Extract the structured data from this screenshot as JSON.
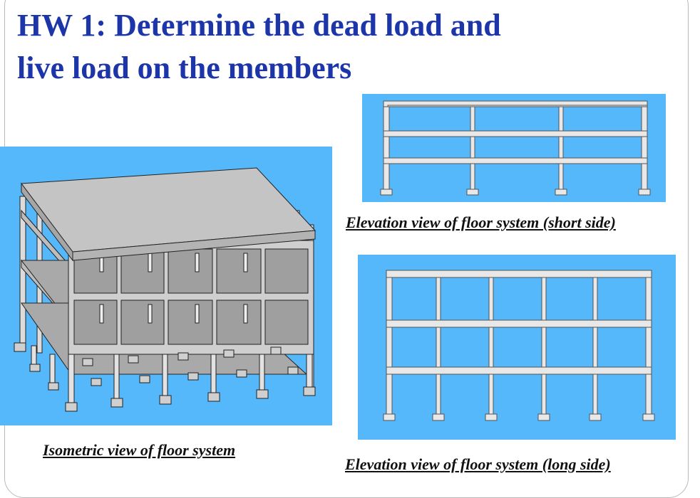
{
  "title": {
    "line1": "HW 1: Determine the dead load and",
    "line2": "live load on the members"
  },
  "figures": {
    "isometric": {
      "caption": "Isometric view of floor system"
    },
    "elevation_short": {
      "caption": "Elevation view of floor system (short side)"
    },
    "elevation_long": {
      "caption": "Elevation view of floor system (long side)"
    }
  },
  "colors": {
    "title": "#1c35a8",
    "panel_background": "#55b8fb",
    "frame_members": "#e8e8e8",
    "slab_top": "#c4c4c4",
    "outline": "#111111"
  }
}
